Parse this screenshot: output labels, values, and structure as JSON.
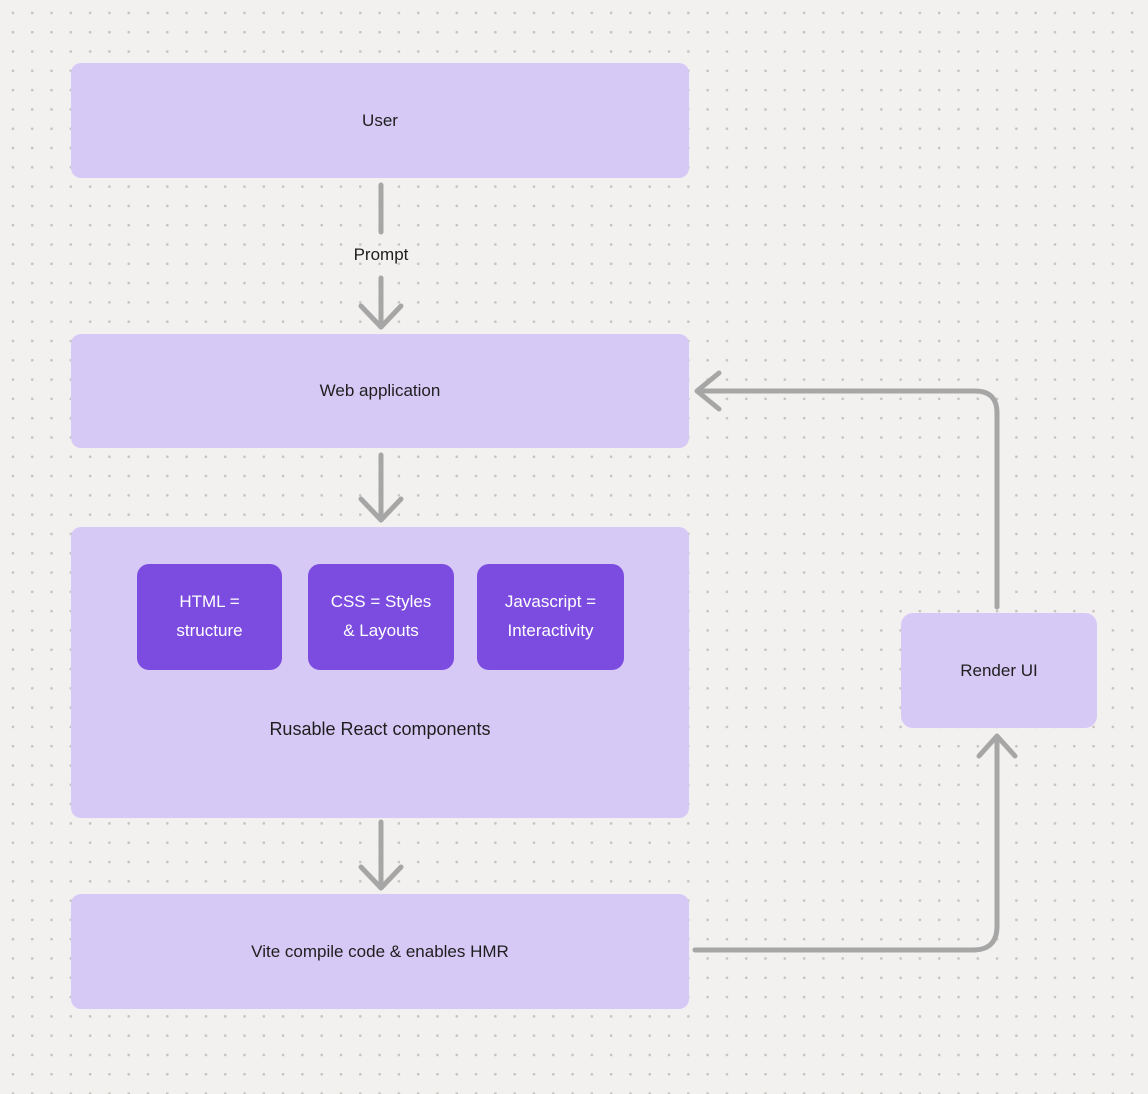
{
  "colors": {
    "background": "#f2f1ef",
    "grid_dot": "#c7c3bf",
    "node_fill_light": "#d7c9f5",
    "node_fill_accent": "#7c4ce0",
    "connector": "#a6a6a6",
    "text_dark": "#1e1e1e",
    "text_on_accent": "#ffffff"
  },
  "nodes": {
    "user": {
      "label": "User"
    },
    "web_application": {
      "label": "Web application"
    },
    "components_group": {
      "caption": "Rusable React components",
      "children": [
        {
          "label": "HTML = structure",
          "lines": [
            "HTML =",
            "structure"
          ]
        },
        {
          "label": "CSS = Styles & Layouts",
          "lines": [
            "CSS = Styles",
            "& Layouts"
          ]
        },
        {
          "label": "Javascript = Interactivity",
          "lines": [
            "Javascript =",
            "Interactivity"
          ]
        }
      ]
    },
    "vite": {
      "label": "Vite compile code & enables HMR"
    },
    "render_ui": {
      "label": "Render UI"
    }
  },
  "edges": {
    "user_to_webapp": {
      "label": "Prompt"
    }
  }
}
